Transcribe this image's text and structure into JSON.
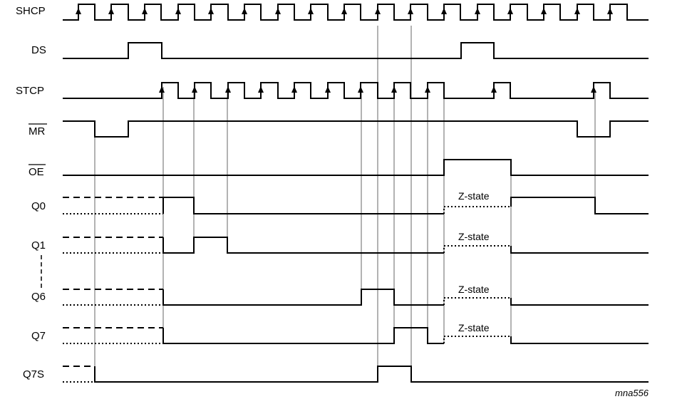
{
  "signals": {
    "shcp": "SHCP",
    "ds": "DS",
    "stcp": "STCP",
    "mr": "MR",
    "oe": "OE",
    "q0": "Q0",
    "q1": "Q1",
    "q6": "Q6",
    "q7": "Q7",
    "q7s": "Q7S"
  },
  "annotations": {
    "z_state_q0": "Z-state",
    "z_state_q1": "Z-state",
    "z_state_q6": "Z-state",
    "z_state_q7": "Z-state"
  },
  "figure_id": "mna556",
  "colors": {
    "ink": "#000000",
    "background": "#ffffff"
  }
}
